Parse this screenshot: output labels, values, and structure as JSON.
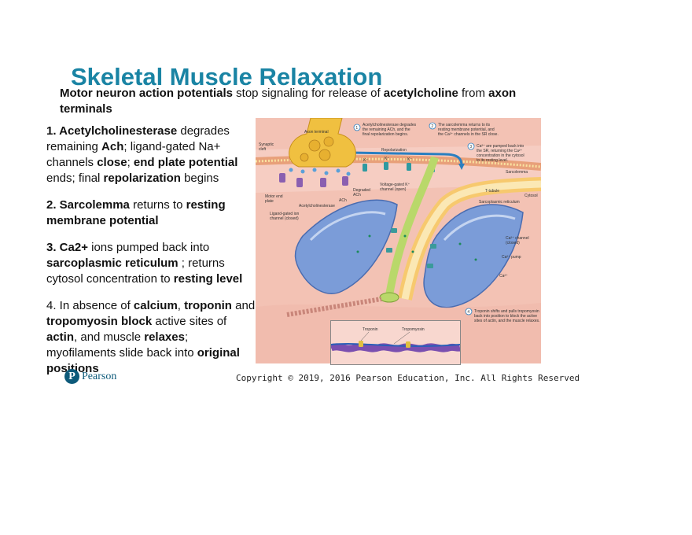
{
  "slide": {
    "title": "Skeletal Muscle Relaxation",
    "subtitle": [
      {
        "text": "Motor neuron action potentials",
        "bold": true
      },
      {
        "text": " stop signaling for release of ",
        "bold": false
      },
      {
        "text": "acetylcholine",
        "bold": true
      },
      {
        "text": " from ",
        "bold": false
      },
      {
        "text": "axon terminals",
        "bold": true
      }
    ],
    "steps": [
      [
        {
          "text": "1. Acetylcholinesterase",
          "bold": true
        },
        {
          "text": " degrades remaining ",
          "bold": false
        },
        {
          "text": "Ach",
          "bold": true
        },
        {
          "text": "; ligand-gated Na+ channels ",
          "bold": false
        },
        {
          "text": "close",
          "bold": true
        },
        {
          "text": "; ",
          "bold": false
        },
        {
          "text": "end plate potential",
          "bold": true
        },
        {
          "text": " ends; final ",
          "bold": false
        },
        {
          "text": "repolarization",
          "bold": true
        },
        {
          "text": " begins",
          "bold": false
        }
      ],
      [
        {
          "text": "2. Sarcolemma",
          "bold": true
        },
        {
          "text": " returns to ",
          "bold": false
        },
        {
          "text": "resting membrane potential",
          "bold": true
        }
      ],
      [
        {
          "text": "3. Ca2+",
          "bold": true
        },
        {
          "text": " ions pumped back into ",
          "bold": false
        },
        {
          "text": "sarcoplasmic reticulum",
          "bold": true
        },
        {
          "text": " ; returns cytosol concentration to ",
          "bold": false
        },
        {
          "text": "resting level",
          "bold": true
        }
      ],
      [
        {
          "text": "4. In absence of ",
          "bold": false
        },
        {
          "text": "calcium",
          "bold": true
        },
        {
          "text": ", ",
          "bold": false
        },
        {
          "text": "troponin",
          "bold": true
        },
        {
          "text": " and ",
          "bold": false
        },
        {
          "text": "tropomyosin block",
          "bold": true
        },
        {
          "text": " active sites of ",
          "bold": false
        },
        {
          "text": "actin",
          "bold": true
        },
        {
          "text": ", and muscle ",
          "bold": false
        },
        {
          "text": "relaxes",
          "bold": true
        },
        {
          "text": "; myofilaments slide back into ",
          "bold": false
        },
        {
          "text": "original positions",
          "bold": true
        }
      ]
    ],
    "logo_text": "Pearson",
    "logo_letter": "P",
    "copyright": "Copyright © 2019, 2016 Pearson Education, Inc. All Rights Reserved"
  },
  "figure": {
    "labels": {
      "axon_terminal": "Axon terminal",
      "synaptic_cleft_1": "Synaptic",
      "synaptic_cleft_2": "cleft",
      "motor_end_plate_1": "Motor end",
      "motor_end_plate_2": "plate",
      "ligand_gated_1": "Ligand-gated ion",
      "ligand_gated_2": "channel (closed)",
      "acetylcholinesterase": "Acetylcholinesterase",
      "ach": "ACh",
      "degraded_ach_1": "Degraded",
      "degraded_ach_2": "ACh",
      "voltage_gated_1": "Voltage-gated K⁺",
      "voltage_gated_2": "channel (open)",
      "repolarization": "Repolarization",
      "k_ion": "K⁺",
      "sarcolemma": "Sarcolemma",
      "t_tubule": "T-tubule",
      "cytosol": "Cytosol",
      "sarcoplasmic_reticulum": "Sarcoplasmic reticulum",
      "ca_channel_1": "Ca²⁺ channel",
      "ca_channel_2": "(closed)",
      "ca_pump": "Ca²⁺ pump",
      "ca_ion": "Ca²⁺",
      "troponin": "Troponin",
      "tropomyosin": "Tropomyosin"
    },
    "callouts": {
      "c1_num": "1",
      "c1_lines": [
        "Acetylcholinesterase degrades",
        "the remaining ACh, and the",
        "final repolarization begins."
      ],
      "c2_num": "2",
      "c2_lines": [
        "The sarcolemma returns to its",
        "resting membrane potential, and",
        "the Ca²⁺ channels in the SR close."
      ],
      "c3_num": "3",
      "c3_lines": [
        "Ca²⁺ are pumped back into",
        "the SR, returning the Ca²⁺",
        "concentration in the cytosol",
        "to its resting level."
      ],
      "c4_num": "4",
      "c4_lines": [
        "Troponin shifts and pulls tropomyosin",
        "back into position to block the active",
        "sites of actin, and the muscle relaxes."
      ]
    },
    "colors": {
      "title": "#1a84a4",
      "background": "#f3c2b4",
      "axon": "#f0c040",
      "sr": "#7b9cd8",
      "t_tubule": "#b9d86a",
      "arrow": "#2a7fc0"
    }
  }
}
